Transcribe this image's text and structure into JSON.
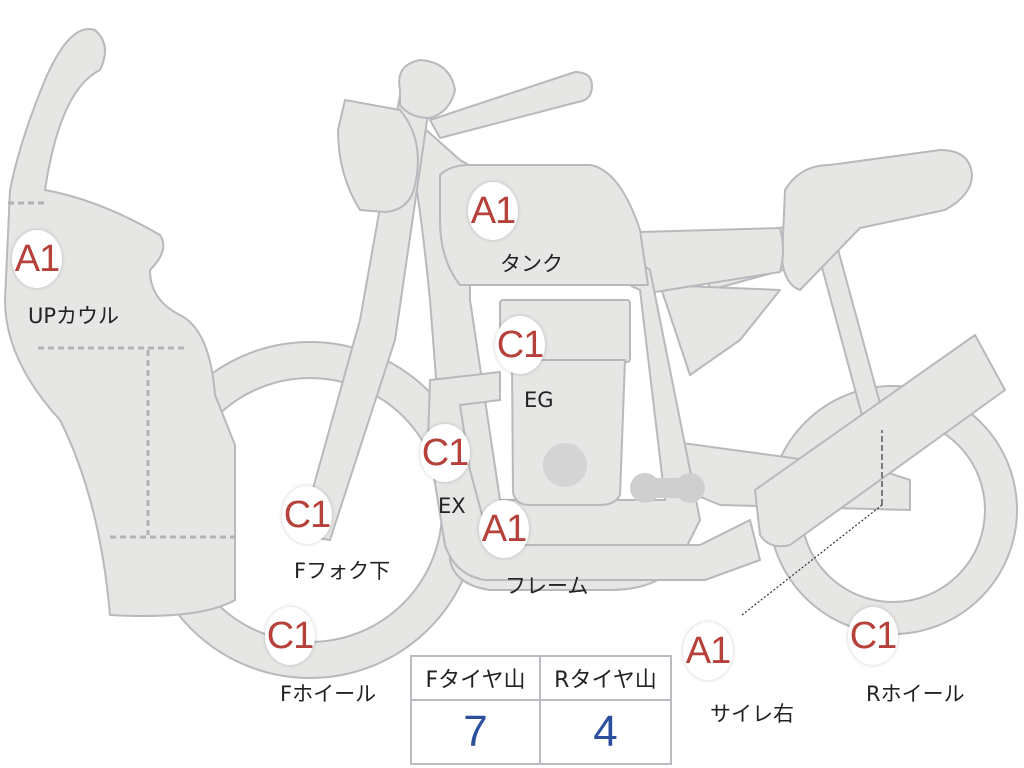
{
  "parts": [
    {
      "id": "up-cowl",
      "grade": "A1",
      "label": "UPカウル"
    },
    {
      "id": "tank",
      "grade": "A1",
      "label": "タンク"
    },
    {
      "id": "engine",
      "grade": "C1",
      "label": "EG"
    },
    {
      "id": "exhaust",
      "grade": "C1",
      "label": "EX"
    },
    {
      "id": "front-fork-lower",
      "grade": "C1",
      "label": "Fフォク下"
    },
    {
      "id": "frame",
      "grade": "A1",
      "label": "フレーム"
    },
    {
      "id": "front-wheel",
      "grade": "C1",
      "label": "Fホイール"
    },
    {
      "id": "silencer-right",
      "grade": "A1",
      "label": "サイレ右"
    },
    {
      "id": "rear-wheel",
      "grade": "C1",
      "label": "Rホイール"
    }
  ],
  "tire_tread": {
    "front_header": "Fタイヤ山",
    "rear_header": "Rタイヤ山",
    "front_value": "7",
    "rear_value": "4"
  },
  "colors": {
    "part_fill": "#e6e6e4",
    "part_stroke": "#b7b9bc",
    "grade_text": "#b5413a",
    "tread_value": "#2c4f9e"
  }
}
